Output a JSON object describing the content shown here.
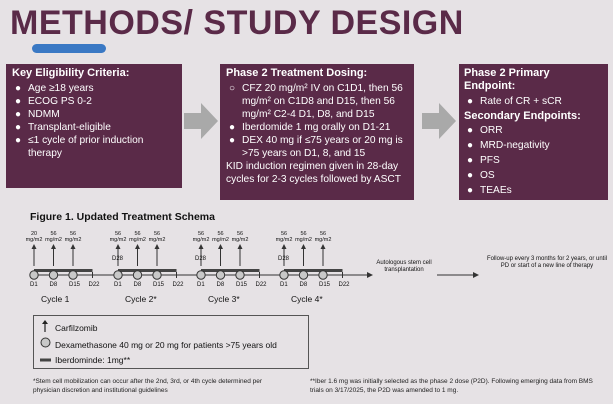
{
  "title": "METHODS/ STUDY DESIGN",
  "colors": {
    "accent": "#5a2a48",
    "title_underline": "#3a78c4",
    "arrow": "#a9a9a9"
  },
  "eligibility": {
    "heading": "Key Eligibility Criteria:",
    "items": [
      "Age ≥18 years",
      "ECOG PS 0-2",
      "NDMM",
      "Transplant-eligible",
      "≤1 cycle of prior induction therapy"
    ]
  },
  "dosing": {
    "heading": "Phase 2 Treatment Dosing:",
    "items": [
      "CFZ 20 mg/m² IV on C1D1, then 56 mg/m² on C1D8 and D15, then 56 mg/m² C2-4 D1, D8, and D15",
      "Iberdomide 1 mg orally on D1-21",
      "DEX 40 mg if ≤75 years or 20 mg is >75 years on D1, 8, and 15"
    ],
    "note": "KID induction regimen given in 28-day cycles for 2-3 cycles followed by ASCT"
  },
  "endpoints": {
    "primary_heading": "Phase 2 Primary Endpoint:",
    "primary_items": [
      "Rate of CR + sCR"
    ],
    "secondary_heading": "Secondary Endpoints:",
    "secondary_items": [
      "ORR",
      "MRD-negativity",
      "PFS",
      "OS",
      "TEAEs"
    ]
  },
  "figure": {
    "title": "Figure 1. Updated Treatment Schema",
    "day_labels": [
      "D1",
      "D8",
      "D15",
      "D22"
    ],
    "d28_label": "D28",
    "dose_first": "20",
    "dose_other": "56",
    "dose_unit": "mg/m2",
    "cycles": [
      "Cycle 1",
      "Cycle 2*",
      "Cycle 3*",
      "Cycle 4*"
    ],
    "transplant_text": "Autologous stem cell transplantation",
    "followup_text": "Follow-up every 3 months for 2 years, or until PD or start of a new line of therapy"
  },
  "legend": {
    "carfilzomib": "Carfilzomib",
    "dexamethasone": "Dexamethasone 40 mg or 20 mg for patients >75 years old",
    "iberdomide": "Iberdominde: 1mg**"
  },
  "footnotes": {
    "left": "*Stem cell mobilization can occur after the 2nd, 3rd, or 4th cycle determined per physician discretion and institutional guidelines",
    "right": "**Iber 1.6 mg was initially selected as the phase 2 dose (P2D). Following emerging data from BMS trials on 3/17/2025, the P2D was amended to 1 mg."
  }
}
